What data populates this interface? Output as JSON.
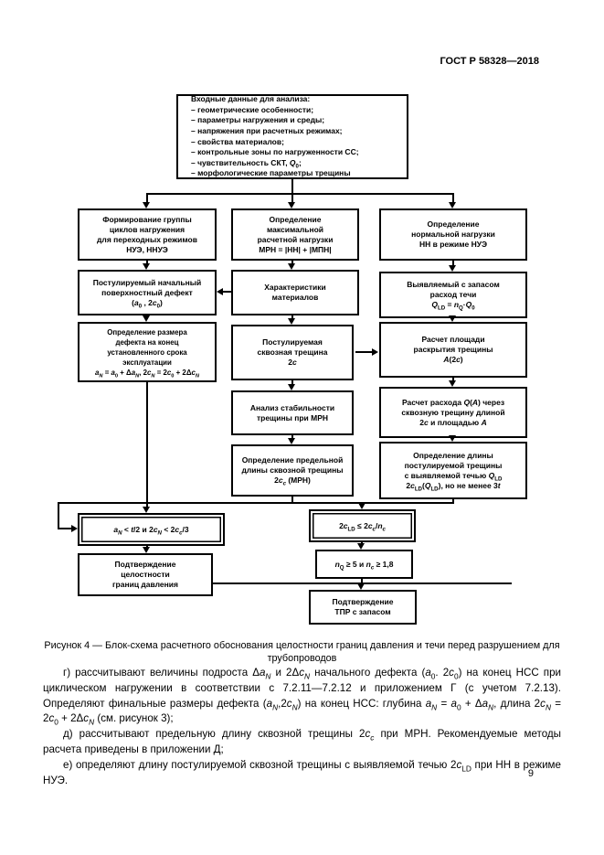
{
  "header": {
    "standard": "ГОСТ Р 58328—2018"
  },
  "figure": {
    "boxes": {
      "input_data": [
        "Входные данные для анализа:",
        "– геометрические особенности;",
        "– параметры нагружения и среды;",
        "– напряжения при расчетных режимах;",
        "– свойства материалов;",
        "– контрольные зоны по нагруженности СС;",
        "– чувствительность СКТ, *Q*_{0};",
        "– морфологические параметры трещины"
      ],
      "load_cycles": [
        "Формирование группы",
        "циклов нагружения",
        "для переходных режимов",
        "НУЭ, ННУЭ"
      ],
      "max_design_load": [
        "Определение",
        "максимальной",
        "расчетной нагрузки",
        "МРН = |НН| + |МПН|"
      ],
      "normal_load": [
        "Определение",
        "нормальной нагрузки",
        "НН в режиме НУЭ"
      ],
      "postulated_defect": [
        "Постулируемый начальный",
        "поверхностный дефект",
        "(*a*_{0} , 2*c*_{0})"
      ],
      "material_properties": [
        "Характеристики",
        "материалов"
      ],
      "detectable_leak_rate": [
        "Выявляемый с запасом",
        "расход течи",
        "*Q*_{LD} = *n*_{Q}·*Q*_{0}"
      ],
      "defect_size_end_of_life": [
        "Определение размера",
        "дефекта на конец",
        "установленного срока",
        "эксплуатации",
        "*a*_{*N*} = *a*_{0} + Δ*a*_{*N*}, 2*c*_{*N*} = 2*c*_{0} + 2Δ*c*_{*N*}"
      ],
      "postulated_through_crack": [
        "Постулируемая",
        "сквозная трещина",
        "2*c*"
      ],
      "crack_opening_area": [
        "Расчет площади",
        "раскрытия трещины",
        "*A*(2*c*)"
      ],
      "crack_stability": [
        "Анализ стабильности",
        "трещины при МРН"
      ],
      "leak_rate_calc": [
        "Расчет расхода *Q*(*A*) через",
        "сквозную трещину длиной",
        "2*c* и площадью *A*"
      ],
      "critical_crack_length": [
        "Определение предельной",
        "длины сквозной трещины",
        "2*c*_{*c*} (МРН)"
      ],
      "detectable_crack_length": [
        "Определение длины",
        "постулируемой трещины",
        "с выявляемой течью *Q*_{LD}",
        "2*c*_{LD}(*Q*_{LD}), но не менее 3*t*"
      ],
      "cond_defect_size": "*a*_{*N*} < *t*/2 и 2*c*_{*N*} < 2*c*_{*c*}/3",
      "cond_crack_margin": "2*c*_{LD} ≤ 2*c*_{*c*}/*n*_{*c*}",
      "cond_margins": "*n*_{Q} ≥ 5 и *n*_{*c*} ≥ 1,8",
      "pressure_boundary_integrity": [
        "Подтверждение",
        "целостности",
        "границ давления"
      ],
      "lbb_confirmed": [
        "Подтверждение",
        "ТПР с запасом"
      ]
    },
    "caption": "Рисунок 4 — Блок-схема расчетного обоснования целостности границ давления и течи перед разрушением для трубопроводов"
  },
  "body": {
    "item_g": "г) рассчитывают величины подроста Δ*a*_{*N*} и 2Δ*c*_{*N*} начального дефекта (*a*_{0}. 2*c*_{0}) на конец НСС при циклическом нагружении в соответствии с 7.2.11—7.2.12 и приложением Г (с учетом 7.2.13). Определяют финальные размеры дефекта (*a*_{*N*},2*c*_{*N*}) на конец НСС: глубина *a*_{*N*} = *a*_{0} + Δ*a*_{*N*}, длина 2*c*_{*N*} = 2*c*_{0} + 2Δ*c*_{*N*} (см. рисунок 3);",
    "item_d": "д) рассчитывают предельную длину сквозной трещины 2*c*_{*c*} при МРН. Рекомендуемые методы расчета приведены в приложении Д;",
    "item_e": "е) определяют длину постулируемой сквозной трещины с выявляемой течью 2*c*_{LD} при НН в режиме НУЭ."
  },
  "page_number": "9"
}
